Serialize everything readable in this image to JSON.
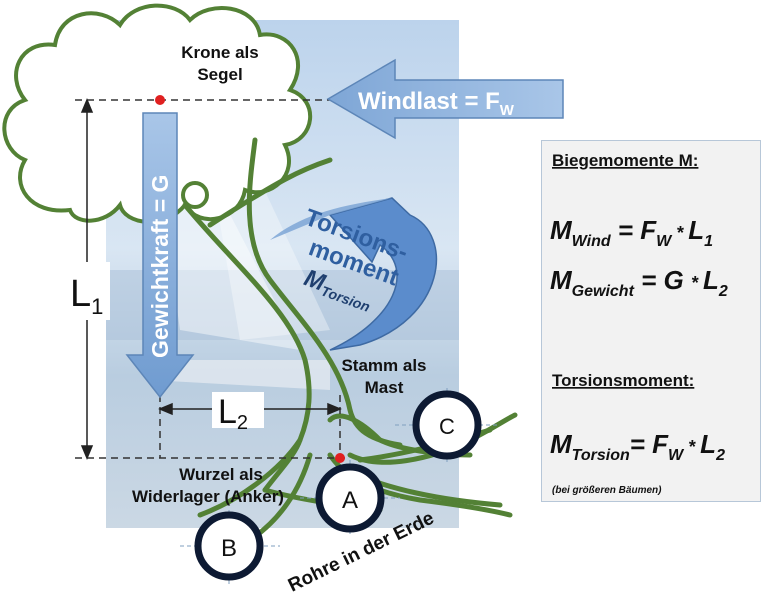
{
  "labels": {
    "crown": [
      "Krone als",
      "Segel"
    ],
    "wind": "Windlast = F",
    "wind_sub": "W",
    "weight": "Gewichtkraft = G",
    "torsion": [
      "Torsions-",
      "moment",
      "M"
    ],
    "torsion_sub": "Torsion",
    "trunk": [
      "Stamm als",
      "Mast"
    ],
    "root": [
      "Wurzel als",
      "Widerlager (Anker)"
    ],
    "pipes": "Rohre in der Erde",
    "L1": "L",
    "L1_sub": "1",
    "L2": "L",
    "L2_sub": "2",
    "pipe_a": "A",
    "pipe_b": "B",
    "pipe_c": "C"
  },
  "formula": {
    "heading": "Biegemomente M:",
    "m_wind": {
      "m": "M",
      "m_sub": "Wind",
      "eq": " = F",
      "f_sub": "W",
      "op": " * ",
      "l": "L",
      "l_sub": "1"
    },
    "m_gewicht": {
      "m": "M",
      "m_sub": "Gewicht",
      "eq": " = G ",
      "op": "* ",
      "l": "L",
      "l_sub": "2"
    },
    "torsion_heading": "Torsionsmoment:",
    "m_torsion": {
      "m": "M",
      "m_sub": "Torsion",
      "eq": "= F",
      "f_sub": "W",
      "op": " * ",
      "l": "L",
      "l_sub": "2"
    },
    "note": "(bei größeren Bäumen)"
  },
  "colors": {
    "tree_green": "#538135",
    "arrow_blue": "#7ea6d6",
    "pipe_ring": "#0d1a33",
    "marker_red": "#e02020",
    "photo_sky": "#c9dcef"
  }
}
